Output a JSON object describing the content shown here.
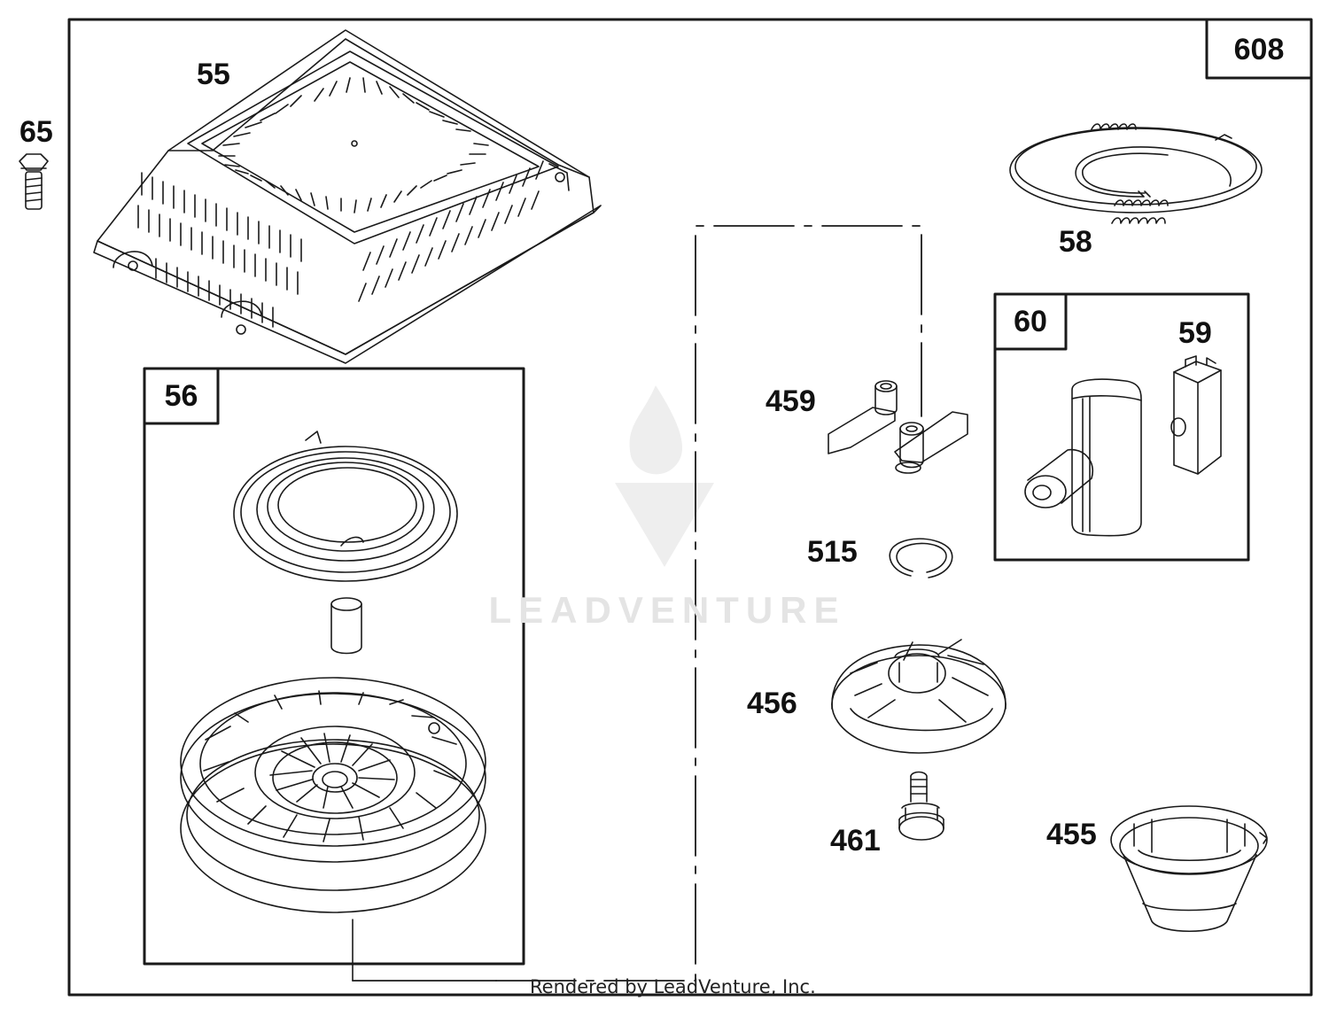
{
  "labels": {
    "p55": "55",
    "p65": "65",
    "p56": "56",
    "p58": "58",
    "p60": "60",
    "p59": "59",
    "p459": "459",
    "p515": "515",
    "p456": "456",
    "p461": "461",
    "p455": "455",
    "p608": "608"
  },
  "watermark": "LEADVENTURE",
  "credit": "Rendered by LeadVenture, Inc.",
  "colors": {
    "line": "#1a1a1a",
    "watermark": "#e4e4e4"
  }
}
